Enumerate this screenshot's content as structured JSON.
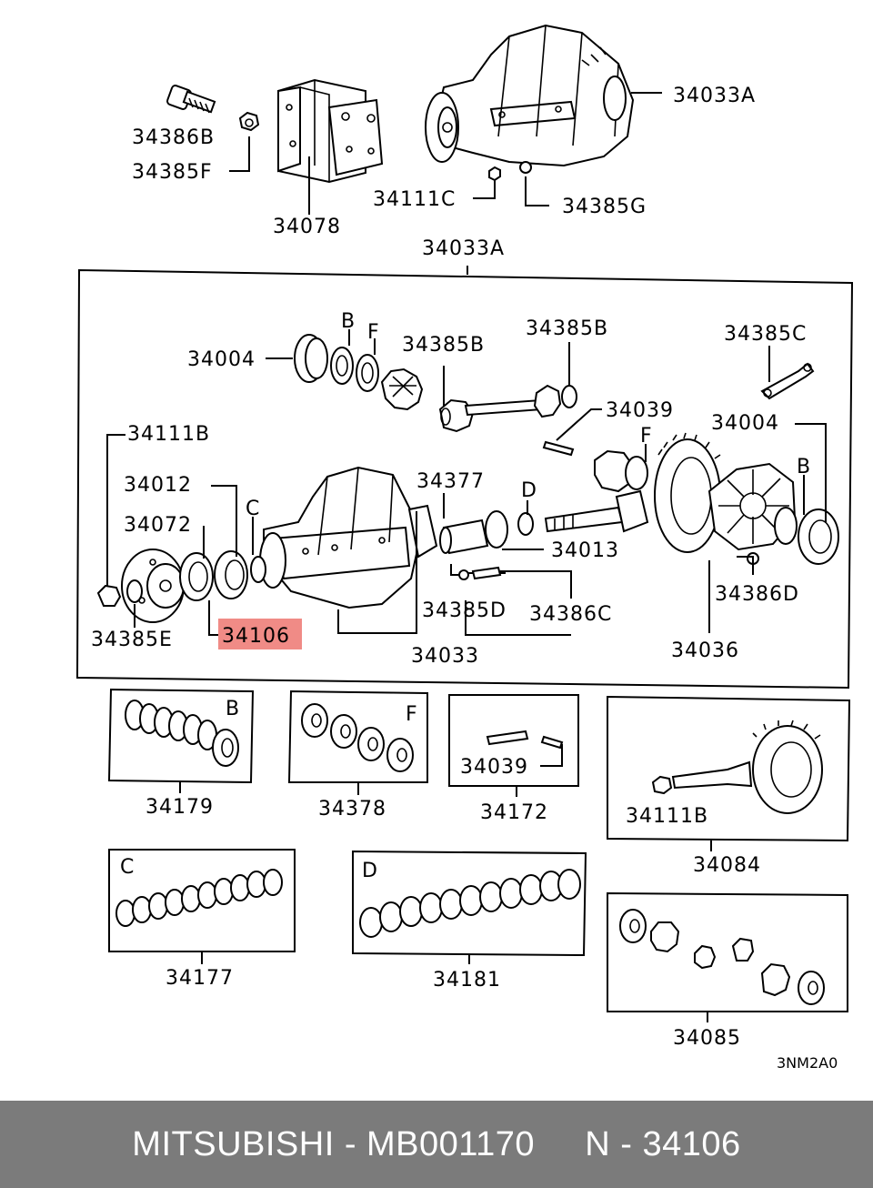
{
  "labels": {
    "p34386B": "34386B",
    "p34385F": "34385F",
    "p34078": "34078",
    "p34033A_top": "34033A",
    "p34111C": "34111C",
    "p34385G": "34385G",
    "p34033A_box": "34033A",
    "p34004_a": "34004",
    "letter_B_a": "B",
    "letter_F_a": "F",
    "p34385B_a": "34385B",
    "p34385B_b": "34385B",
    "p34385C": "34385C",
    "p34039_a": "34039",
    "p34004_b": "34004",
    "letter_F_b": "F",
    "letter_B_b": "B",
    "p34111B_a": "34111B",
    "p34012": "34012",
    "letter_C_a": "C",
    "p34072": "34072",
    "p34377": "34377",
    "letter_D_a": "D",
    "p34013": "34013",
    "p34385E": "34385E",
    "p34106": "34106",
    "p34385D": "34385D",
    "p34386C": "34386C",
    "p34033": "34033",
    "p34386D": "34386D",
    "p34036": "34036",
    "kit_B": "B",
    "p34179": "34179",
    "kit_F": "F",
    "p34378": "34378",
    "p34039_b": "34039",
    "p34172": "34172",
    "p34111B_b": "34111B",
    "p34084": "34084",
    "kit_C": "C",
    "p34177": "34177",
    "kit_D": "D",
    "p34181": "34181",
    "p34085": "34085",
    "code": "3NM2A0"
  },
  "highlight": {
    "part": "34106",
    "color": "#f08b86"
  },
  "footer": {
    "text": "MITSUBISHI - MB001170     N - 34106",
    "background": "#7b7b7b"
  }
}
